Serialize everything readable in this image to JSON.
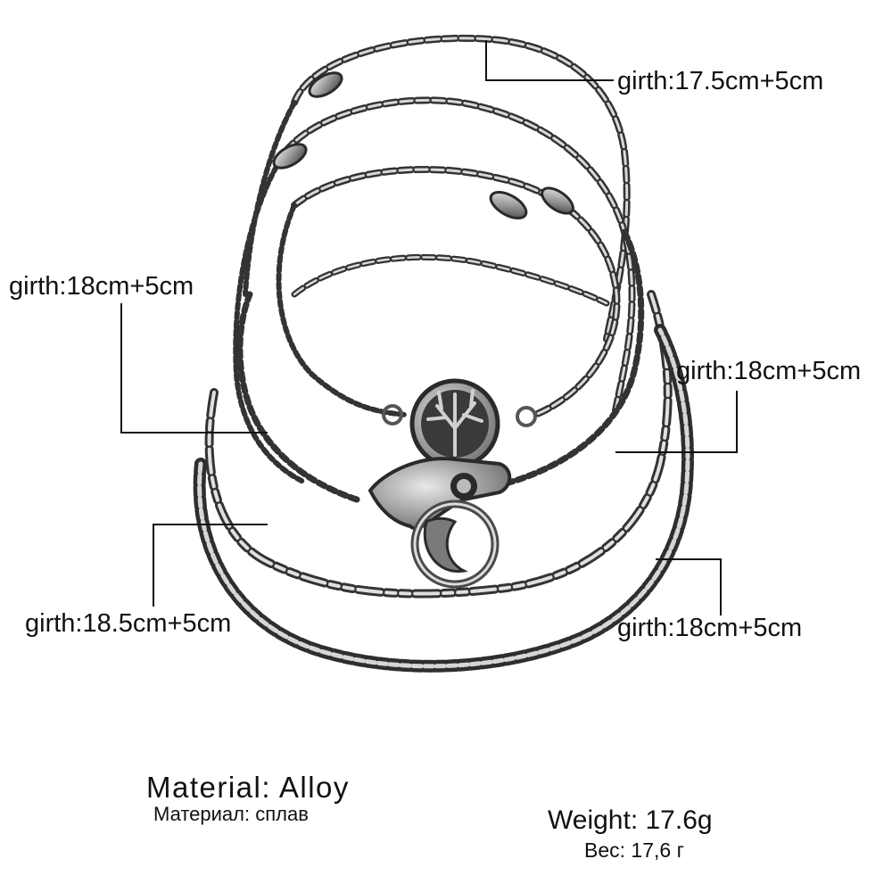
{
  "labels": {
    "top_right": "girth:17.5cm+5cm",
    "left_upper": "girth:18cm+5cm",
    "right_middle": "girth:18cm+5cm",
    "left_lower": "girth:18.5cm+5cm",
    "right_lower": "girth:18cm+5cm"
  },
  "material": {
    "en": "Material: Alloy",
    "ru": "Материал: сплав"
  },
  "weight": {
    "en": "Weight: 17.6g",
    "ru": "Вес: 17,6 г"
  },
  "colors": {
    "silver": "#9a9a9a",
    "silver_dark": "#3a3a3a",
    "silver_light": "#e4e4e4",
    "text": "#111111",
    "background": "#ffffff"
  }
}
